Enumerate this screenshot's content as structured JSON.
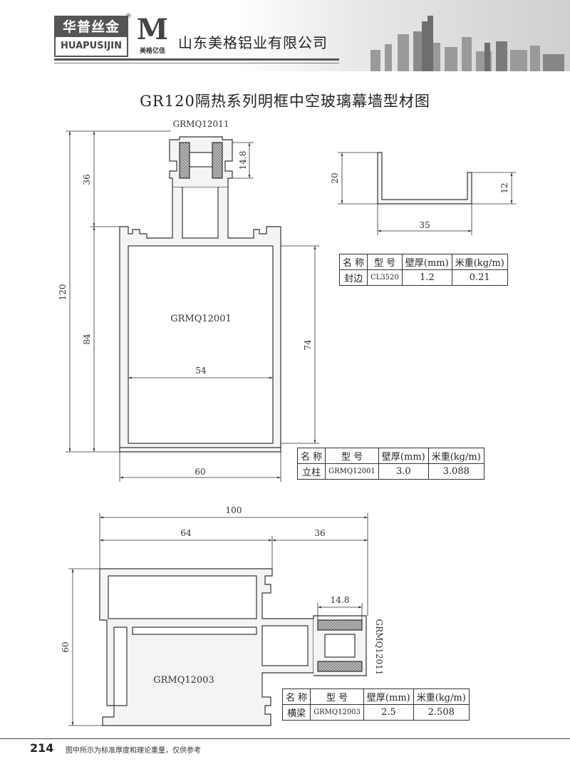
{
  "header": {
    "brand_cn": "华普丝金",
    "brand_en": "HUAPUSIJIN",
    "logo_letter": "M",
    "logo_sub": "美格亿佳",
    "company_name": "山东美格铝业有限公司",
    "reg_mark": "®"
  },
  "title": "GR120隔热系列明框中空玻璃幕墙型材图",
  "profiles": {
    "mullion_strip": {
      "code": "GRMQ12011",
      "dim_width": "14.8"
    },
    "mullion": {
      "code": "GRMQ12001",
      "dim_total_height": "120",
      "dim_top": "36",
      "dim_body": "84",
      "dim_inner": "74",
      "dim_inner_width": "54",
      "dim_width": "60"
    },
    "edge_cover": {
      "dim_height": "20",
      "dim_lip": "12",
      "dim_width": "35"
    },
    "transom": {
      "code": "GRMQ12003",
      "strip_code": "GRMQ12011",
      "dim_total_width": "100",
      "dim_left": "64",
      "dim_right": "36",
      "dim_strip": "14.8",
      "dim_height": "60"
    }
  },
  "tables": {
    "headers": {
      "name": "名 称",
      "model": "型 号",
      "wall": "壁厚(mm)",
      "weight": "米重(kg/m)"
    },
    "edge": {
      "name": "封边",
      "model": "CL3520",
      "wall": "1.2",
      "weight": "0.21"
    },
    "mullion": {
      "name": "立柱",
      "model": "GRMQ12001",
      "wall": "3.0",
      "weight": "3.088"
    },
    "transom": {
      "name": "横梁",
      "model": "GRMQ12003",
      "wall": "2.5",
      "weight": "2.508"
    }
  },
  "footer": {
    "page_number": "214",
    "note": "图中所示为标准厚度和理论重量，仅供参考"
  }
}
